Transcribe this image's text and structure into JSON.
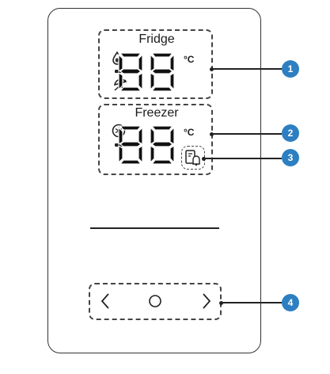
{
  "fridge": {
    "title": "Fridge",
    "unit": "°C"
  },
  "freezer": {
    "title": "Freezer",
    "unit": "°C"
  },
  "icons": {
    "fridge_top": "water-drop-snowflake-icon",
    "fridge_bottom": "vacation-umbrella-icon",
    "freezer_top": "freezer-snowflake-icon",
    "filter": "filter-reset-icon"
  },
  "controls": {
    "left": "left-chevron-icon",
    "center": "circle-icon",
    "right": "right-chevron-icon"
  },
  "callouts": [
    "1",
    "2",
    "3",
    "4"
  ],
  "colors": {
    "callout": "#2d7fc1",
    "line": "#222222"
  }
}
